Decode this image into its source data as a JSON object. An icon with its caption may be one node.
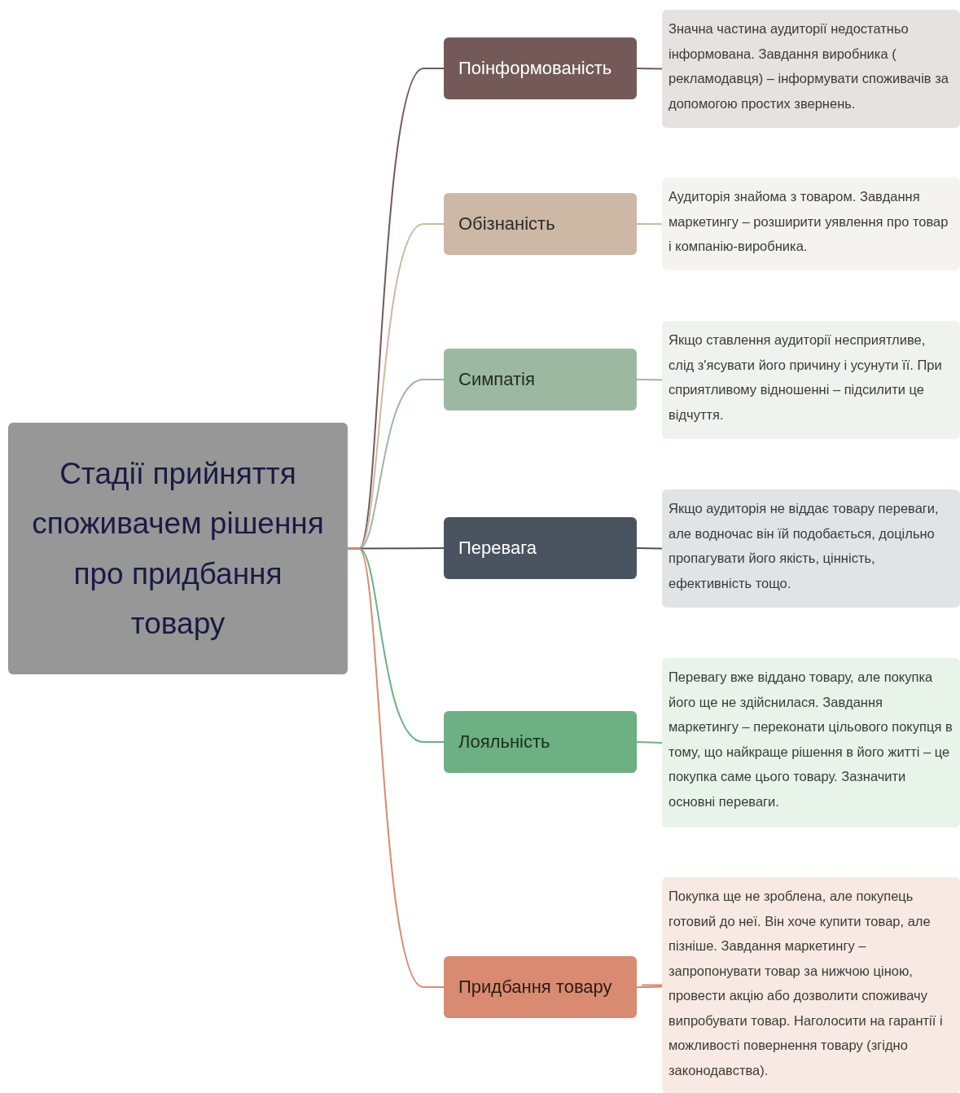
{
  "diagram": {
    "nodes": [
      {
        "text": [
          "Стадії прийняття споживачем рішення про придбання товару"
        ]
      },
      {
        "text": [
          "Поінформованість"
        ]
      },
      {
        "text": [
          "Значна частина аудиторії недостатньо інформована. Завдання виробника ( рекламодавця) – інформувати споживачів за допомогою простих звернень."
        ]
      },
      {
        "text": [
          "Обізнаність"
        ]
      },
      {
        "text": [
          "Аудиторія знайома з товаром. Завдання маркетингу – розширити уявлення про товар і компанію-виробника."
        ]
      },
      {
        "text": [
          "Симпатія"
        ]
      },
      {
        "text": [
          "Якщо ставлення аудиторії несприятливе, слід з'ясувати його причину і усунути її. При сприятливому відношенні – підсилити це відчуття."
        ]
      },
      {
        "text": [
          "Перевага"
        ]
      },
      {
        "text": [
          "Якщо аудиторія не віддає товару переваги, але водночас він їй подобається, доцільно пропагувати його якість, цінність, ефективність тощо."
        ]
      },
      {
        "text": [
          "Лояльність"
        ]
      },
      {
        "text": [
          "Перевагу вже віддано товару, але покупка його ще не здійснилася. Завдання маркетингу – переконати цільового покупця в тому, що найкраще рішення в його житті – це покупка саме цього товару. Зазначити основні переваги."
        ]
      },
      {
        "text": [
          "Придбання товару"
        ]
      },
      {
        "text": [
          "Покупка ще не зроблена, але покупець готовий до неї. Він хоче купити товар, але пізніше. Завдання маркетингу – запропонувати товар за нижчою ціною, провести акцію або дозволити споживачу випробувати товар. Наголосити на гарантії і можливості повернення товару (згідно законодавства)."
        ]
      }
    ],
    "edges": [
      {
        "from": 0,
        "to": 1,
        "arrow": "none",
        "color": "#735a59"
      },
      {
        "from": 1,
        "to": 2,
        "arrow": "none",
        "color": "#735a59"
      },
      {
        "from": 0,
        "to": 3,
        "arrow": "none",
        "color": "#cdb8a5"
      },
      {
        "from": 3,
        "to": 4,
        "arrow": "none",
        "color": "#cdb8a5"
      },
      {
        "from": 0,
        "to": 5,
        "arrow": "none",
        "color": "#9db8a1"
      },
      {
        "from": 5,
        "to": 6,
        "arrow": "none",
        "color": "#9db8a1"
      },
      {
        "from": 0,
        "to": 7,
        "arrow": "none",
        "color": "#4a5360"
      },
      {
        "from": 7,
        "to": 8,
        "arrow": "none",
        "color": "#4a5360"
      },
      {
        "from": 0,
        "to": 9,
        "arrow": "none",
        "color": "#6db083"
      },
      {
        "from": 9,
        "to": 10,
        "arrow": "none",
        "color": "#6db083"
      },
      {
        "from": 0,
        "to": 11,
        "arrow": "none",
        "color": "#d88b70"
      },
      {
        "from": 11,
        "to": 12,
        "arrow": "none",
        "color": "#d88b70"
      }
    ]
  }
}
